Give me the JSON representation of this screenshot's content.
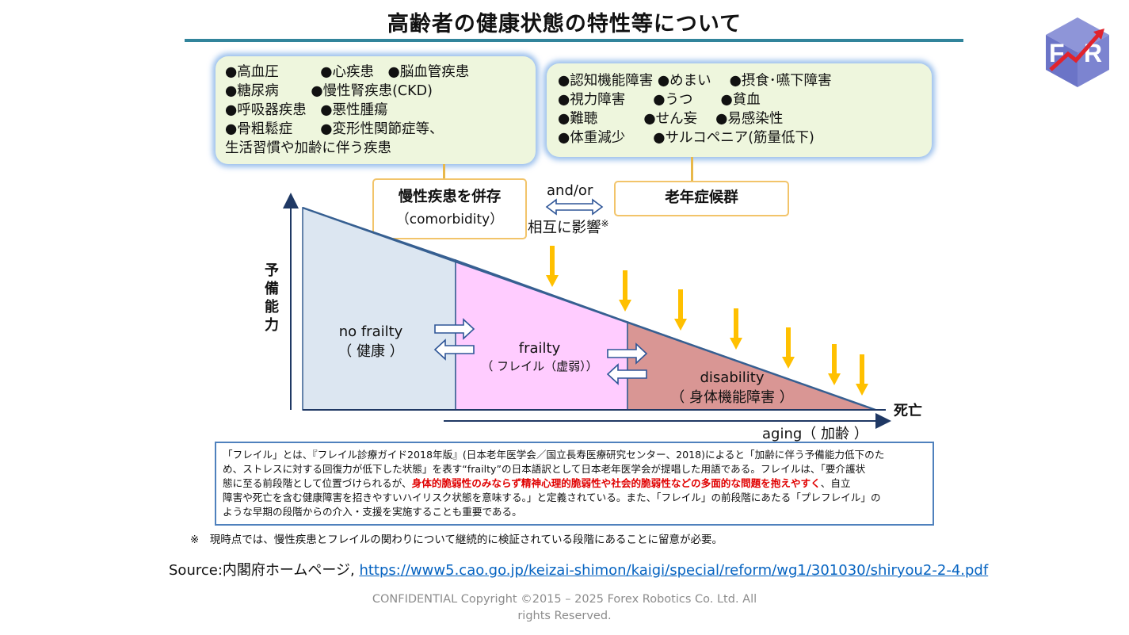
{
  "title": "高齢者の健康状態の特性等について",
  "logo": {
    "letters": [
      "F",
      "R"
    ],
    "colors": {
      "cube": "#6b74c7",
      "arrow": "#e0232d"
    }
  },
  "left_box": {
    "lines": [
      "●高血圧　　　●心疾患　●脳血管疾患",
      "●糖尿病　　 ●慢性腎疾患(CKD)",
      "●呼吸器疾患　●悪性腫瘍",
      "●骨粗鬆症　　●変形性関節症等、",
      "生活習慣や加齢に伴う疾患"
    ]
  },
  "right_box": {
    "lines": [
      "●認知機能障害 ●めまい　 ●摂食･嚥下障害",
      "●視力障害　　●うつ　　●貧血",
      "●難聴　　　 ●せん妄　 ●易感染性",
      "●体重減少　　●サルコペニア(筋量低下)"
    ]
  },
  "comorbidity_box": {
    "line1": "慢性疾患を併存",
    "line2": "（comorbidity）"
  },
  "geriatric_box": {
    "label": "老年症候群"
  },
  "and_or": "and/or",
  "mutual_influence": "相互に影響",
  "mutual_influence_mark": "※",
  "y_axis_label": "予\n備\n能\n力",
  "x_axis_end_label": "死亡",
  "x_axis_label": "aging（ 加齢 ）",
  "regions": [
    {
      "line1": "no frailty",
      "line2": "（ 健康 ）",
      "color": "#dce6f1"
    },
    {
      "line1": "frailty",
      "line2": "（ フレイル（虚弱））",
      "color": "#ffccff"
    },
    {
      "line1": "disability",
      "line2": "（ 身体機能障害 ）",
      "color": "#d99694"
    }
  ],
  "colors": {
    "axis": "#1f3864",
    "triangle_outline": "#365f91",
    "down_arrows": "#ffc000",
    "title_rule": "#31849b"
  },
  "definition": {
    "line1": "「フレイル」とは、『フレイル診療ガイド2018年版』(日本老年医学会／国立長寿医療研究センター、2018)によると「加齢に伴う予備能力低下のた",
    "line2": "め、ストレスに対する回復力が低下した状態」を表す“frailty”の日本語訳として日本老年医学会が提唱した用語である。フレイルは、「要介護状",
    "line3_a": "態に至る前段階として位置づけられるが、",
    "line3_red": "身体的脆弱性のみならず精神心理的脆弱性や社会的脆弱性などの多面的な問題を抱えやすく",
    "line3_b": "、自立",
    "line4": "障害や死亡を含む健康障害を招きやすいハイリスク状態を意味する。」と定義されている。また、「フレイル」の前段階にあたる「プレフレイル」の",
    "line5": "ような早期の段階からの介入・支援を実施することも重要である。"
  },
  "footnote": "※　現時点では、慢性疾患とフレイルの関わりについて継続的に検証されている段階にあることに留意が必要。",
  "source": {
    "prefix": "Source:内閣府ホームページ, ",
    "link": "https://www5.cao.go.jp/keizai-shimon/kaigi/special/reform/wg1/301030/shiryou2-2-4.pdf"
  },
  "copyright": "CONFIDENTIAL Copyright ©2015 – 2025 Forex Robotics Co. Ltd. All rights Reserved."
}
